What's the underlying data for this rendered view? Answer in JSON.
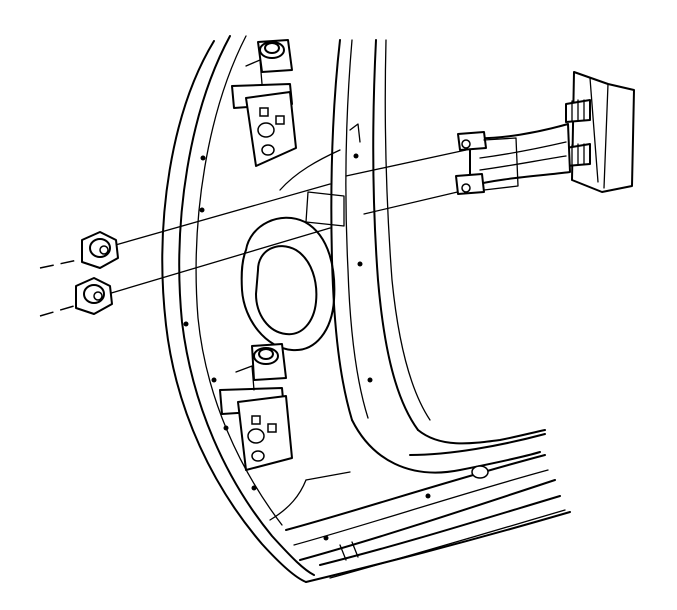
{
  "figure": {
    "kind": "exploded assembly line drawing",
    "colors": {
      "line": "#000000",
      "background": "#ffffff"
    },
    "parts": {
      "door_frame": "door-opening-frame",
      "upper_hinge": "upper-door-hinge",
      "lower_hinge": "lower-door-hinge",
      "check_link": "door-check-link",
      "nuts": [
        "upper-nut",
        "lower-nut"
      ]
    }
  }
}
